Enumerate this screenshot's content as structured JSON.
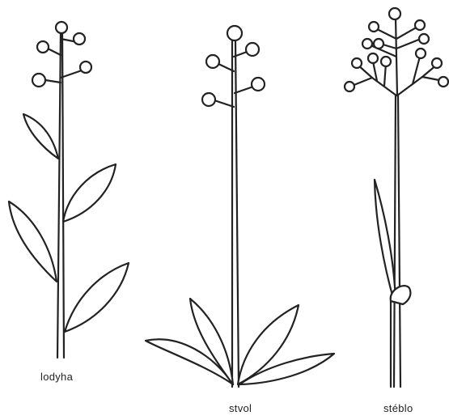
{
  "labels": {
    "lodyha": "lodyha",
    "stvol": "stvol",
    "steblo": "stéblo"
  },
  "colors": {
    "ink": "#222222",
    "background": "#ffffff"
  }
}
